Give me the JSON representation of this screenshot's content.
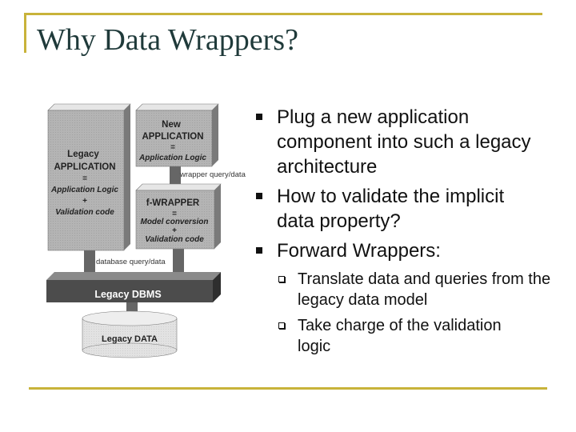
{
  "title": "Why Data Wrappers?",
  "colors": {
    "accent": "#c8b33a",
    "title": "#1f3a3a"
  },
  "diagram": {
    "legacy_app": {
      "lines": [
        "Legacy",
        "APPLICATION",
        "=",
        "Application Logic",
        "+",
        "Validation code"
      ]
    },
    "new_app": {
      "lines": [
        "New",
        "APPLICATION",
        "=",
        "Application Logic"
      ]
    },
    "wrapper_label": "wrapper query/data",
    "fwrapper": {
      "lines": [
        "f-WRAPPER",
        "=",
        "Model conversion",
        "+",
        "Validation code"
      ]
    },
    "database_label": "database query/data",
    "dbms_label": "Legacy DBMS",
    "data_label": "Legacy DATA"
  },
  "bullets": [
    {
      "text": "Plug a new application component into such a legacy architecture"
    },
    {
      "text": "How to validate the implicit data property?"
    },
    {
      "text": "Forward Wrappers:"
    }
  ],
  "subbullets": [
    {
      "text": "Translate data and queries from the legacy data model"
    },
    {
      "text": "Take charge of the validation logic"
    }
  ]
}
